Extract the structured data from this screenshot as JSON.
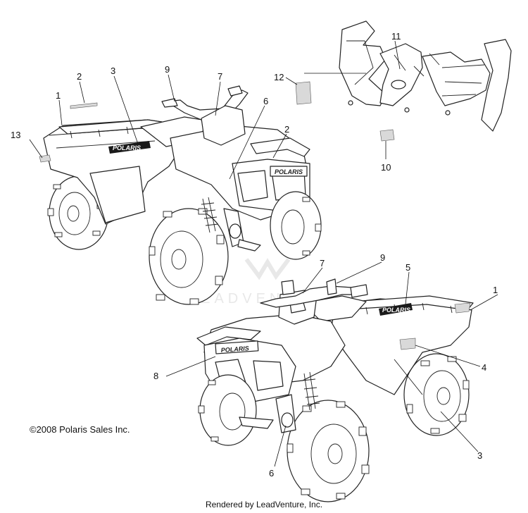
{
  "diagram": {
    "callouts": {
      "upper": [
        "1",
        "2",
        "3",
        "9",
        "7",
        "6",
        "2",
        "13"
      ],
      "fender": [
        "11",
        "12",
        "10"
      ],
      "lower": [
        "7",
        "9",
        "5",
        "1",
        "8",
        "4",
        "6",
        "3"
      ]
    },
    "decal_text": {
      "upper_side": "POLARIS",
      "upper_grille": "POLARIS",
      "lower_grille": "POLARIS",
      "lower_side": "POLARIS"
    },
    "watermark_text": "LEADVENTURE"
  },
  "footer": {
    "copyright": "©2008 Polaris Sales Inc.",
    "rendered_by": "Rendered by LeadVenture, Inc."
  }
}
